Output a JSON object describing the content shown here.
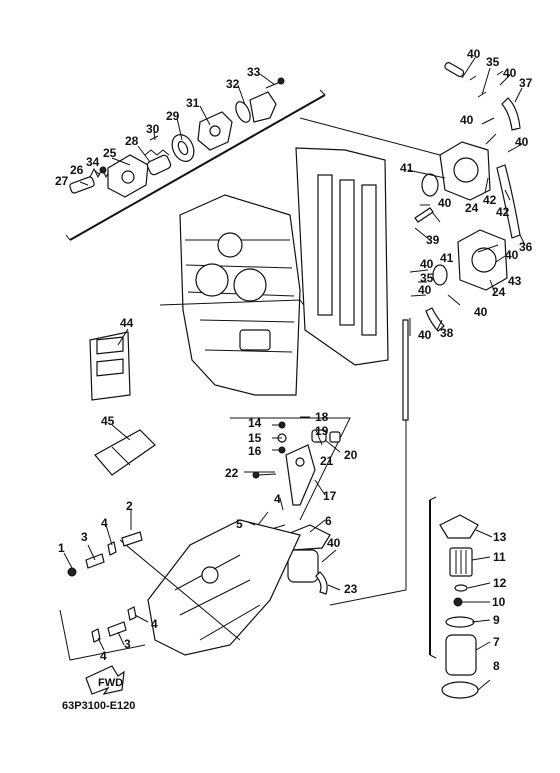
{
  "diagram_code": "63P3100-E120",
  "fwd_label": "FWD",
  "callouts": {
    "c1": "1",
    "c2": "2",
    "c3a": "3",
    "c3b": "3",
    "c4a": "4",
    "c4b": "4",
    "c4c": "4",
    "c4d": "4",
    "c5": "5",
    "c6": "6",
    "c7": "7",
    "c8": "8",
    "c9": "9",
    "c10": "10",
    "c11": "11",
    "c12": "12",
    "c13": "13",
    "c14": "14",
    "c15": "15",
    "c16": "16",
    "c17": "17",
    "c18": "18",
    "c19": "19",
    "c20": "20",
    "c21": "21",
    "c22": "22",
    "c23": "23",
    "c24a": "24",
    "c24b": "24",
    "c25": "25",
    "c26": "26",
    "c27": "27",
    "c28": "28",
    "c29": "29",
    "c30": "30",
    "c31": "31",
    "c32": "32",
    "c33": "33",
    "c34": "34",
    "c35a": "35",
    "c35b": "35",
    "c36": "36",
    "c37": "37",
    "c38": "38",
    "c39": "39",
    "c40a": "40",
    "c40b": "40",
    "c40c": "40",
    "c40d": "40",
    "c40e": "40",
    "c40f": "40",
    "c40g": "40",
    "c40h": "40",
    "c40i": "40",
    "c40j": "40",
    "c40k": "40",
    "c41a": "41",
    "c41b": "41",
    "c42a": "42",
    "c42b": "42",
    "c43": "43",
    "c44": "44",
    "c45": "45"
  }
}
